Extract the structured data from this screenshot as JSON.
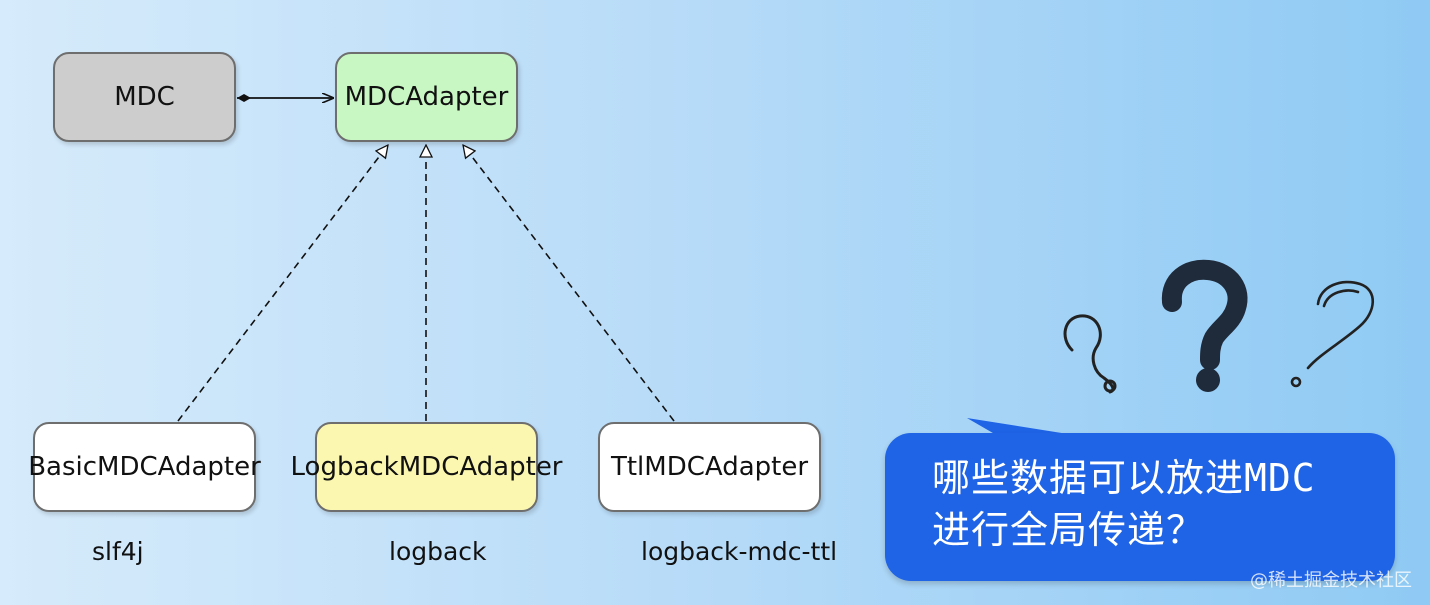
{
  "nodes": {
    "mdc": "MDC",
    "adapter": "MDCAdapter",
    "basic": "BasicMDCAdapter",
    "logback": "LogbackMDCAdapter",
    "ttl": "TtlMDCAdapter"
  },
  "captions": {
    "basic": "slf4j",
    "logback": "logback",
    "ttl": "logback-mdc-ttl"
  },
  "bubble": {
    "line1": "哪些数据可以放进MDC",
    "line2": "进行全局传递？"
  },
  "watermark": "@稀土掘金技术社区",
  "colors": {
    "mdc_fill": "#cdcdcd",
    "adapter_fill": "#c9f7c3",
    "logback_fill": "#fbf7b0",
    "bubble_fill": "#1f63e6"
  }
}
